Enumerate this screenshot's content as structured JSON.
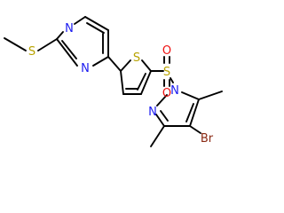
{
  "colors": {
    "background": "#ffffff",
    "bond": "#000000",
    "nitrogen": "#1b1bf0",
    "sulfur": "#b8a300",
    "oxygen": "#ee1111",
    "bromine": "#8b2a14"
  },
  "atoms": {
    "s_methylthio": "S",
    "n_pyrimidine_top": "N",
    "n_pyrimidine_bottom": "N",
    "s_thiophene": "S",
    "s_sulfonyl": "S",
    "o_top": "O",
    "o_bottom": "O",
    "n_pyrazole_1": "N",
    "n_pyrazole_2": "N",
    "br": "Br"
  }
}
